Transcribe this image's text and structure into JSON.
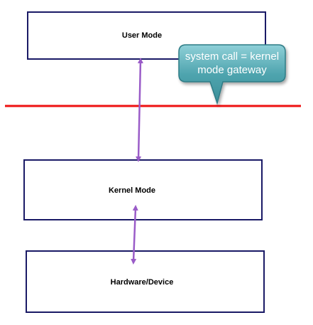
{
  "diagram": {
    "boxes": {
      "user_mode": "User Mode",
      "kernel_mode": "Kernel Mode",
      "hardware": "Hardware/Device"
    },
    "callout": {
      "line1": "system call = kernel",
      "line2": "mode gateway"
    },
    "colors": {
      "box_border": "#1a1a66",
      "arrow": "#9a5cc8",
      "boundary_line": "#ee1111",
      "callout_fill": "#5aa9b3",
      "callout_border": "#2f7c86"
    }
  }
}
